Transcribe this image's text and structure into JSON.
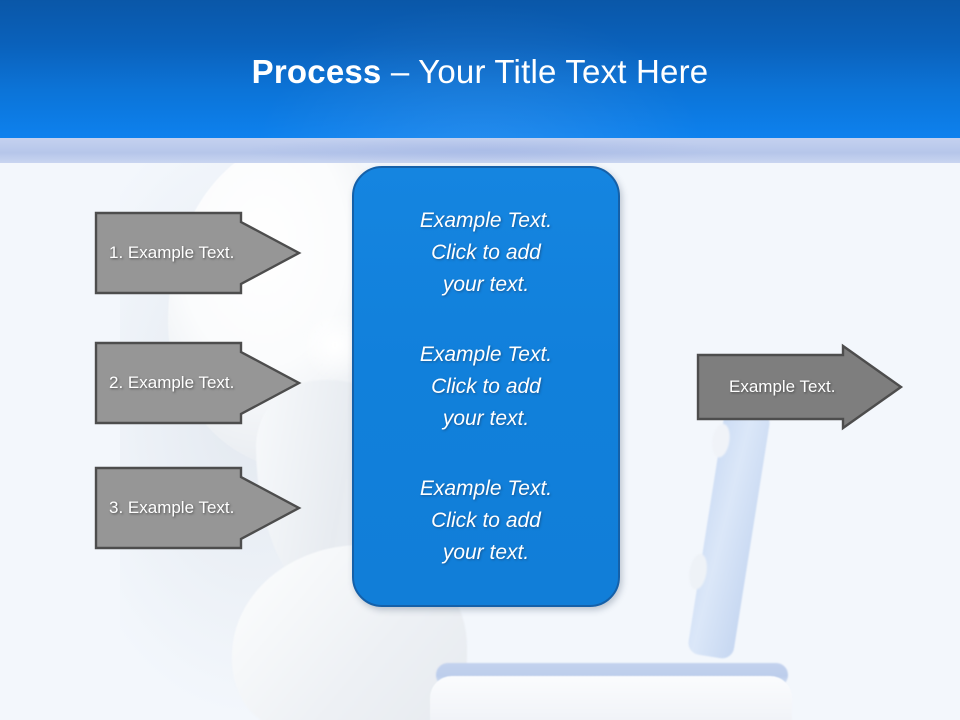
{
  "slide": {
    "title_bold": "Process",
    "title_rest": " – Your Title Text Here",
    "background_color": "#f3f7fc",
    "header_color_top": "#0a57a8",
    "header_color_bottom": "#0d81ee",
    "accent_band_color": "#b6c6ea",
    "panel_color": "#1180db",
    "panel_border_color": "#1560a8",
    "arrow_fill_color": "#969696",
    "arrow_border_color": "#4d4d4d",
    "arrow_text_color": "#ffffff"
  },
  "input_arrows": [
    {
      "label": "1. Example Text."
    },
    {
      "label": "2. Example Text."
    },
    {
      "label": "3. Example Text."
    }
  ],
  "center_panel": {
    "blocks": [
      {
        "text": "Example Text.\nClick  to add\nyour text."
      },
      {
        "text": "Example Text.\nClick  to add\nyour text."
      },
      {
        "text": "Example Text.\nClick  to add\nyour text."
      }
    ]
  },
  "output_arrow": {
    "label": "Example Text."
  },
  "artwork": {
    "figure": "3d-white-person-figure",
    "device": "laptop-computer"
  }
}
